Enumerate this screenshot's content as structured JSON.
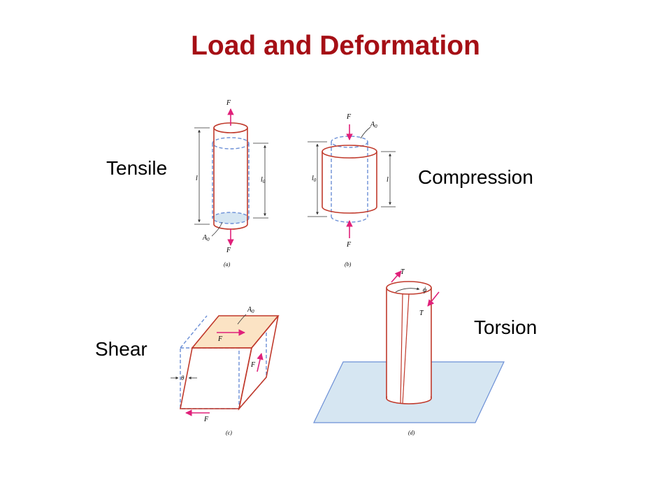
{
  "page": {
    "title": "Load and Deformation"
  },
  "colors": {
    "title": "#A50F15",
    "outline": "#C0392B",
    "dashed": "#6B8FD6",
    "arrow": "#E0207A",
    "fill": "#D6E6F2",
    "shear_top": "#FBE3C4"
  },
  "labels": {
    "tensile": "Tensile",
    "compression": "Compression",
    "shear": "Shear",
    "torsion": "Torsion"
  },
  "diagrams": {
    "a": {
      "caption": "(a)",
      "force": "F",
      "length": "l",
      "original_length": "l",
      "original_length_sub": "0",
      "area": "A",
      "area_sub": "0"
    },
    "b": {
      "caption": "(b)",
      "force": "F",
      "length": "l",
      "original_length": "l",
      "original_length_sub": "0",
      "area": "A",
      "area_sub": "0"
    },
    "c": {
      "caption": "(c)",
      "force": "F",
      "angle": "θ",
      "area": "A",
      "area_sub": "0"
    },
    "d": {
      "caption": "(d)",
      "torque": "T",
      "angle": "ϕ"
    }
  }
}
